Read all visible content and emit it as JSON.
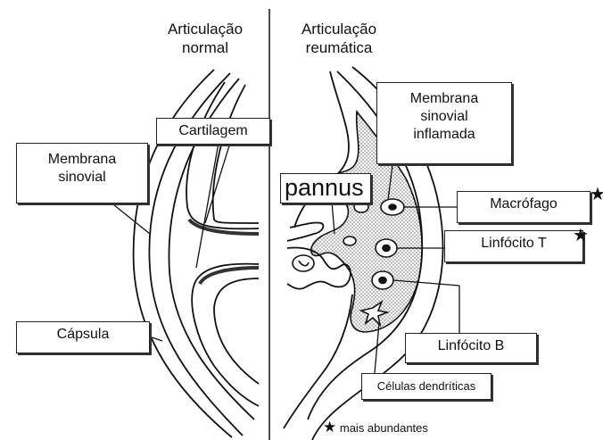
{
  "titles": {
    "normal": [
      "Articulação",
      "normal"
    ],
    "rheumatic": [
      "Articulação",
      "reumática"
    ]
  },
  "labels": {
    "cartilage": "Cartilagem",
    "synovial_membrane": [
      "Membrana",
      "sinovial"
    ],
    "capsule": "Cápsula",
    "inflamed_membrane": [
      "Membrana",
      "sinovial",
      "inflamada"
    ],
    "pannus": "pannus",
    "macrophage": "Macrófago",
    "t_lymphocyte": "Linfócito T",
    "b_lymphocyte": "Linfócito B",
    "dendritic_cells": "Células dendríticas"
  },
  "legend": {
    "star": "★",
    "text": "mais abundantes"
  }
}
